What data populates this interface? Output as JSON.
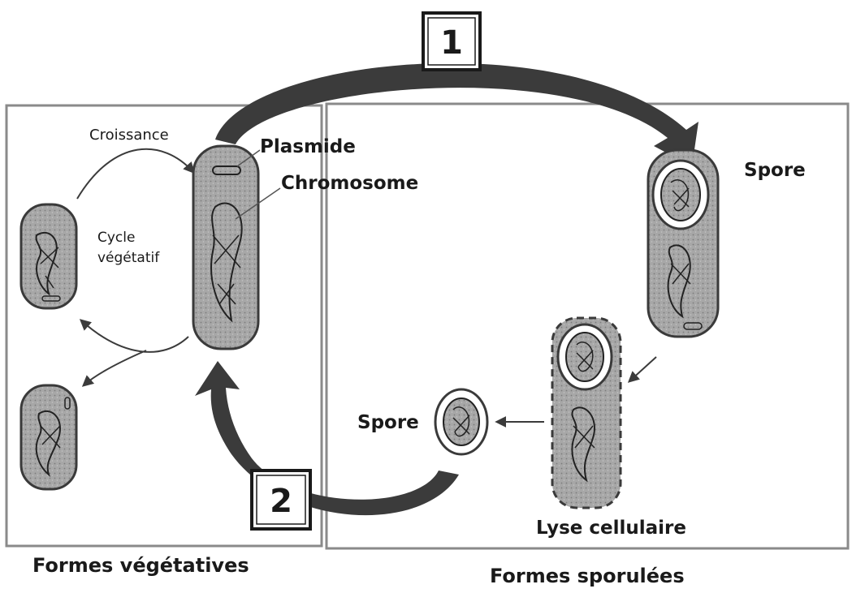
{
  "labels": {
    "step1": "1",
    "step2": "2",
    "croissance": "Croissance",
    "cycle_line1": "Cycle",
    "cycle_line2": "végétatif",
    "plasmide": "Plasmide",
    "chromosome": "Chromosome",
    "spore_top": "Spore",
    "spore_bottom": "Spore",
    "lyse": "Lyse cellulaire",
    "caption_left": "Formes végétatives",
    "caption_right": "Formes sporulées"
  },
  "colors": {
    "cell_fill": "#a9a9a9",
    "cell_stroke": "#3a3a3a",
    "arrow_dark": "#3b3b3b",
    "text": "#1a1a1a",
    "panel_stroke": "#8a8a8a"
  }
}
